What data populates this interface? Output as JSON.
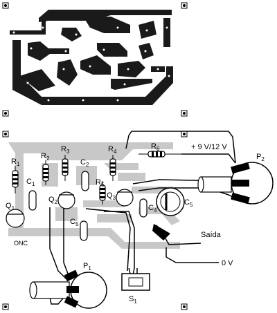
{
  "labels": {
    "r1": "R",
    "r1_sub": "1",
    "r2": "R",
    "r2_sub": "2",
    "r3": "R",
    "r3_sub": "3",
    "r4": "R",
    "r4_sub": "4",
    "r5": "R",
    "r5_sub": "5",
    "r6": "R",
    "r6_sub": "6",
    "c1": "C",
    "c1_sub": "1",
    "c2": "C",
    "c2_sub": "2",
    "c4": "C",
    "c4_sub": "4",
    "c5a": "C",
    "c5a_sub": "5",
    "c5b": "C",
    "c5b_sub": "5",
    "q1": "Q",
    "q1_sub": "1",
    "q2": "Q",
    "q2_sub": "2",
    "q3": "Q",
    "q3_sub": "3",
    "p1": "P",
    "p1_sub": "1",
    "p2": "P",
    "p2_sub": "2",
    "s1": "S",
    "s1_sub": "1",
    "onc": "ONC",
    "supply": "+ 9 V/12 V",
    "saida": "Saída",
    "ground": "0 V"
  },
  "colors": {
    "copper": "#1a1a1a",
    "board_trace": "#c8c8c8",
    "wire": "#000000",
    "background": "#ffffff"
  }
}
